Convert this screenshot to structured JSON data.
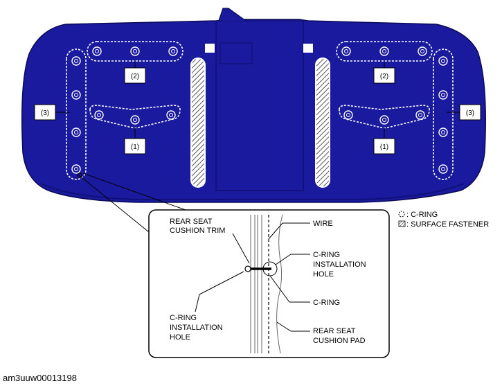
{
  "labels": {
    "part_1": "(1)",
    "part_2": "(2)",
    "part_3": "(3)"
  },
  "legend": {
    "c_ring": ": C-RING",
    "surface_fastener": ": SURFACE FASTENER"
  },
  "detail": {
    "trim_line1": "REAR SEAT",
    "trim_line2": "CUSHION TRIM",
    "wire": "WIRE",
    "hole_right_line1": "C-RING",
    "hole_right_line2": "INSTALLATION",
    "hole_right_line3": "HOLE",
    "c_ring": "C-RING",
    "hole_left_line1": "C-RING",
    "hole_left_line2": "INSTALLATION",
    "hole_left_line3": "HOLE",
    "pad_line1": "REAR SEAT",
    "pad_line2": "CUSHION PAD"
  },
  "caption": "am3uuw00013198",
  "colors": {
    "cushion": "#1a1a9e",
    "cushion_dark": "#10107a",
    "strip": "#1f1fb0"
  }
}
